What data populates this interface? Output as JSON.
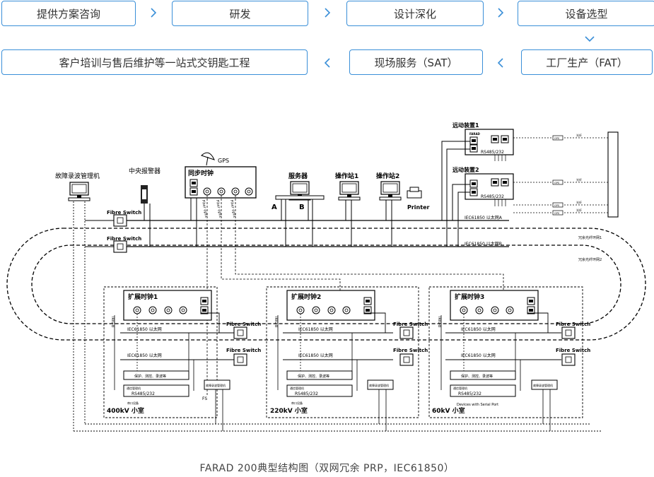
{
  "process": {
    "steps": [
      {
        "label": "提供方案咨询"
      },
      {
        "label": "研发"
      },
      {
        "label": "设计深化"
      },
      {
        "label": "设备选型"
      },
      {
        "label": "工厂生产（FAT）"
      },
      {
        "label": "现场服务（SAT）"
      },
      {
        "label": "客户培训与售后维护等一站式交钥匙工程"
      }
    ]
  },
  "diagram": {
    "remote1": "远动装置1",
    "remote2": "远动装置2",
    "gps": "GPS",
    "sync_clock": "同步时钟",
    "fault_recorder": "故障录波管理机",
    "central_alarm": "中央报警器",
    "server": "服务器",
    "station1": "操作站1",
    "station2": "操作站2",
    "printer": "Printer",
    "a": "A",
    "b": "B",
    "fibre_switch": "Fibre Switch",
    "iec_a": "IEC61850 以太网A",
    "iec_b": "IEC61850 以太网B",
    "iec_mini": "IEC61850 以太网",
    "fiber_optic": "Fiber optic",
    "rs485": "RS485/232",
    "ext1": "扩展时钟1",
    "ext2": "扩展时钟2",
    "ext3": "扩展时钟3",
    "room1": "400kV 小室",
    "room2": "220kV 小室",
    "room3": "60kV 小室",
    "irig": "IRIG-B",
    "protect": "保护、测控、录波等",
    "comm": "通信管理机",
    "serial_dev": "串口设备",
    "devices_serial": "Devices with Serial Port",
    "fs": "FS",
    "gps_tag": "GPS",
    "farad": "FARAD",
    "redundant1": "冗余光纤环网1",
    "redundant2": "冗余光纤环网2",
    "fiber": "光纤"
  },
  "caption": "FARAD 200典型结构图（双网冗余 PRP，IEC61850）"
}
